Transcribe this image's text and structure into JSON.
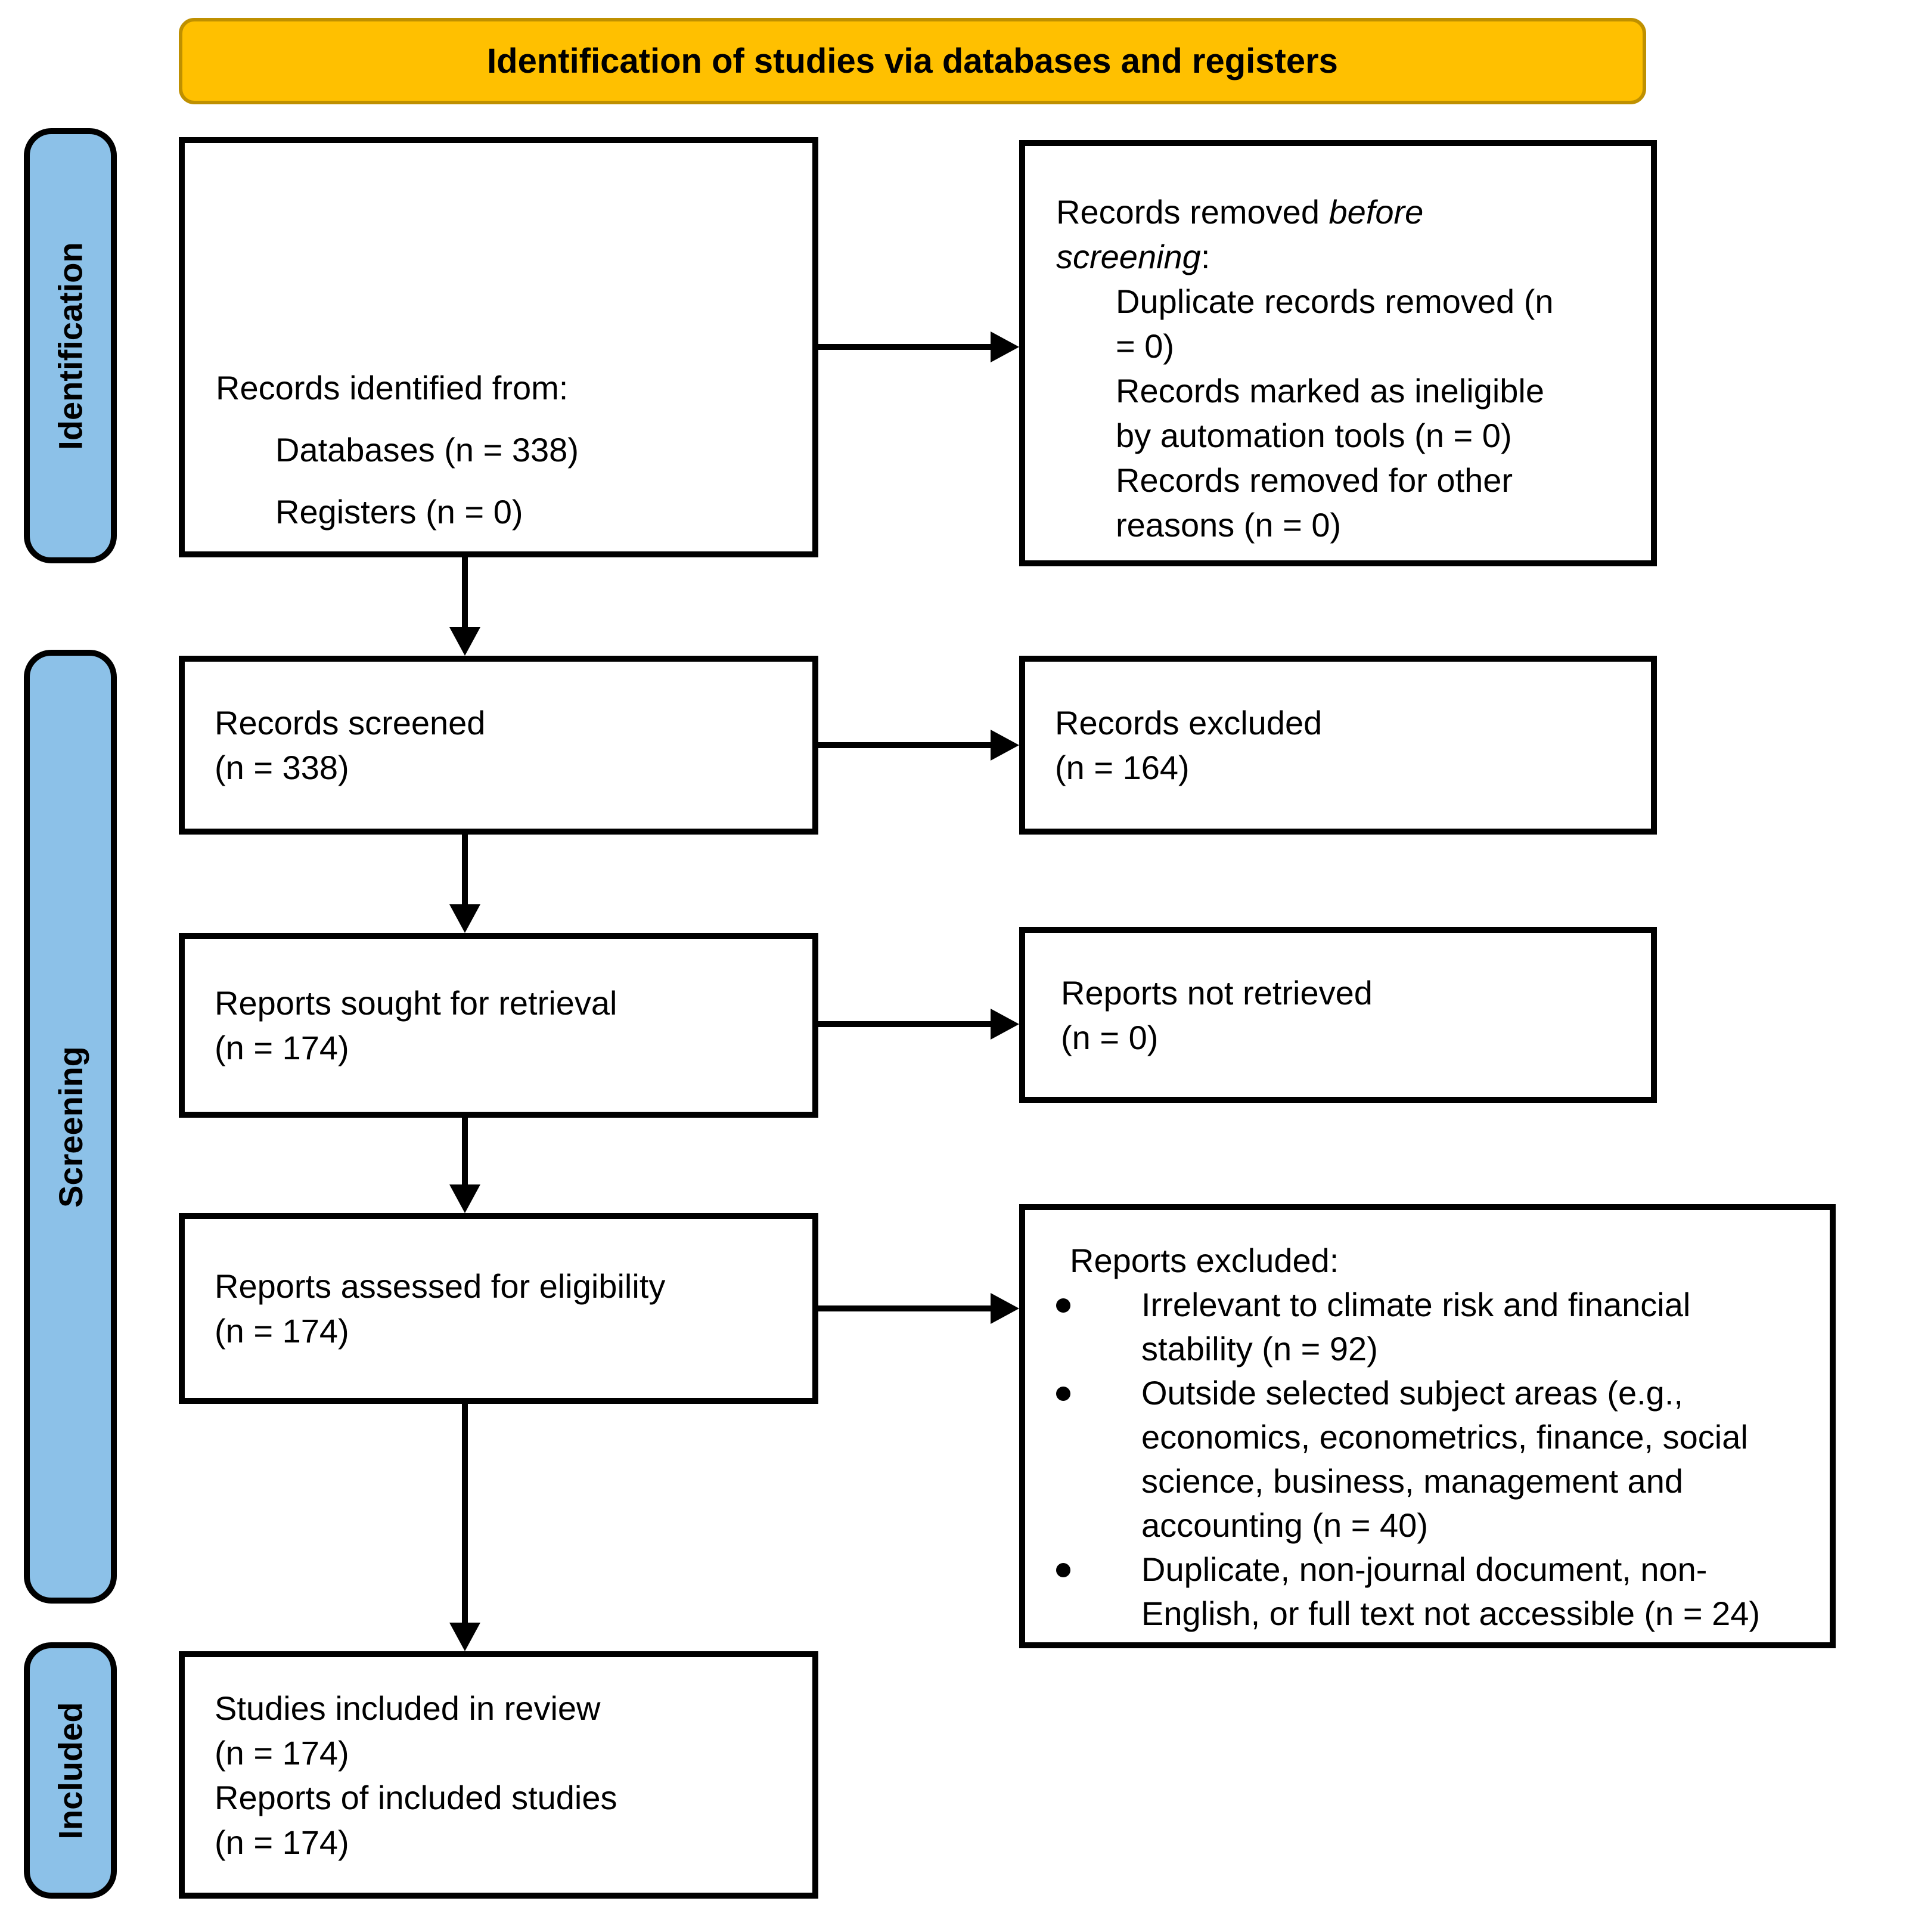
{
  "banner": {
    "label": "Identification of studies via databases and registers"
  },
  "stages": [
    {
      "label": "Identification"
    },
    {
      "label": "Screening"
    },
    {
      "label": "Included"
    }
  ],
  "boxes": {
    "records_identified": {
      "title": "Records identified from:",
      "item1": "Databases (n = 338)",
      "item2": "Registers (n = 0)"
    },
    "records_removed": {
      "title_line1_regular": "Records removed ",
      "title_line1_italic": "before",
      "title_line2_italic": "screening",
      "title_line2_colon": ":",
      "item1_line1": "Duplicate records removed (n",
      "item1_line2": "= 0)",
      "item2_line1": "Records marked as ineligible",
      "item2_line2": "by automation tools (n = 0)",
      "item3_line1": "Records removed for other",
      "item3_line2": "reasons (n = 0)"
    },
    "records_screened": {
      "line1": "Records screened",
      "line2": "(n = 338)"
    },
    "records_excluded": {
      "line1": "Records excluded",
      "line2": "(n = 164)"
    },
    "reports_sought": {
      "line1": "Reports sought for retrieval",
      "line2": "(n = 174)"
    },
    "reports_not_retrieved": {
      "line1": "Reports not retrieved",
      "line2": "(n = 0)"
    },
    "reports_assessed": {
      "line1": "Reports assessed for eligibility",
      "line2": "(n = 174)"
    },
    "reports_excluded": {
      "title": "Reports excluded:",
      "bullet1_line1": "Irrelevant to climate risk and financial",
      "bullet1_line2": "stability (n = 92)",
      "bullet2_line1": "Outside selected subject areas (e.g.,",
      "bullet2_line2": "economics, econometrics, finance, social",
      "bullet2_line3": "science, business, management and",
      "bullet2_line4": "accounting (n = 40)",
      "bullet3_line1": "Duplicate, non-journal document, non-",
      "bullet3_line2": "English, or full text not accessible (n = 24)"
    },
    "studies_included": {
      "line1": "Studies included in review",
      "line2": "(n = 174)",
      "line3": "Reports of included studies",
      "line4": "(n = 174)"
    }
  },
  "colors": {
    "banner_fill": "#FFC000",
    "banner_border": "#BF9000",
    "stage_fill": "#8CC1E8",
    "box_bg": "#FFFFFF",
    "box_border": "#000000",
    "arrow": "#000000",
    "text": "#000000",
    "page_bg": "#FFFFFF"
  }
}
